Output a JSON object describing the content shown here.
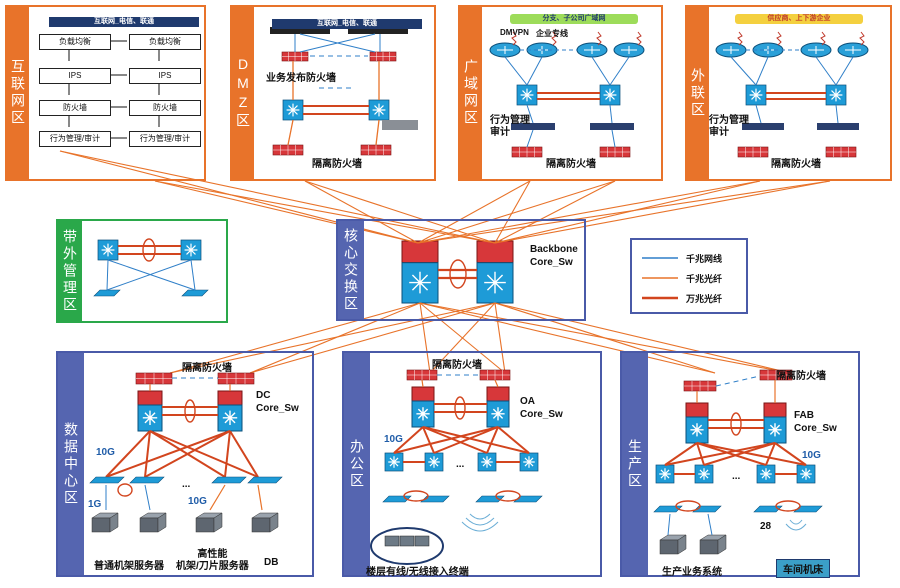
{
  "zones": {
    "internet": {
      "title": "互联网区",
      "banner": "互联网_电信、联通",
      "left_blocks": [
        "负载均衡",
        "IPS",
        "防火墙",
        "行为管理/审计"
      ],
      "right_blocks": [
        "负载均衡",
        "IPS",
        "防火墙",
        "行为管理/审计"
      ]
    },
    "dmz": {
      "title": "DMZ区",
      "banner": "互联网_电信、联通",
      "fw_label": "业务发布防火墙",
      "iso_label": "隔离防火墙"
    },
    "wan": {
      "title": "广域网区",
      "banner": "分支、子公司广域网",
      "tag1": "DMVPN",
      "tag2": "企业专线",
      "audit": "行为管理\n审计",
      "iso_label": "隔离防火墙"
    },
    "extranet": {
      "title": "外联区",
      "banner": "供应商、上下游企业",
      "audit": "行为管理\n审计",
      "iso_label": "隔离防火墙"
    },
    "oob": {
      "title": "带外管理区"
    },
    "core": {
      "title": "核心交换区",
      "device": "Backbone\nCore_Sw"
    },
    "dc": {
      "title": "数据中心区",
      "iso_label": "隔离防火墙",
      "core": "DC\nCore_Sw",
      "link1": "10G",
      "link2": "1G",
      "link3": "10G",
      "dots": "...",
      "srv1": "普通机架服务器",
      "srv2": "高性能\n机架/刀片服务器",
      "srv3": "DB"
    },
    "office": {
      "title": "办公区",
      "iso_label": "隔离防火墙",
      "core": "OA\nCore_Sw",
      "link1": "10G",
      "dots": "...",
      "terminals": "楼层有线/无线接入终端"
    },
    "prod": {
      "title": "生产区",
      "iso_label": "隔离防火墙",
      "core": "FAB\nCore_Sw",
      "link1": "10G",
      "dots": "...",
      "num": "28",
      "srv": "生产业务系统",
      "floor": "车间机床"
    }
  },
  "legend": {
    "items": [
      {
        "label": "千兆网线",
        "color": "#2f7fc8"
      },
      {
        "label": "千兆光纤",
        "color": "#e8732a"
      },
      {
        "label": "万兆光纤",
        "color": "#d2451e"
      }
    ]
  },
  "colors": {
    "orange": "#e8732a",
    "blue": "#4a5aa8",
    "green": "#2aa84a",
    "switch": "#1e9bd7",
    "firewall": "#d7373a",
    "router": "#2aa0d8"
  }
}
